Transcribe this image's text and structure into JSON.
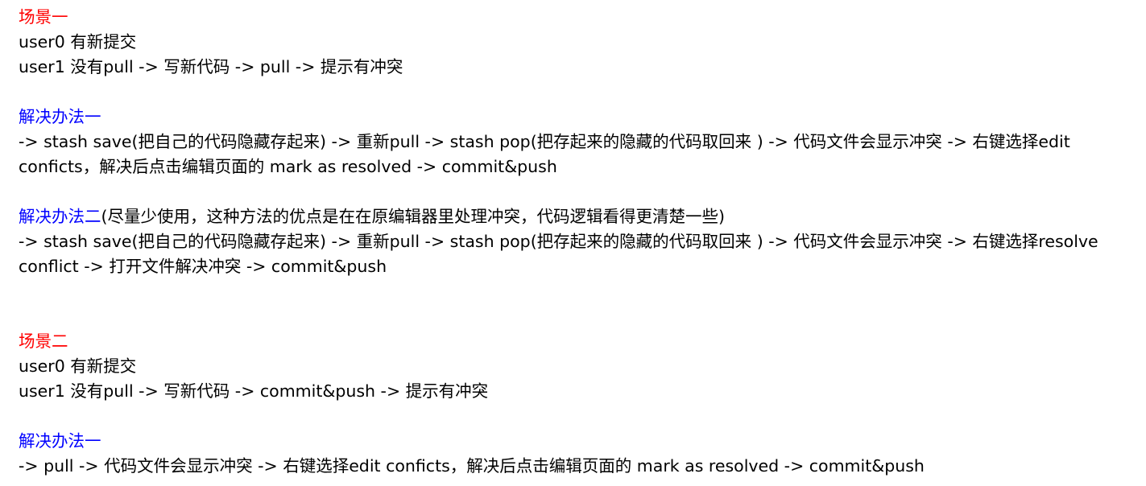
{
  "colors": {
    "heading_red": "#ff0000",
    "heading_blue": "#0000ff",
    "text": "#000000"
  },
  "scene1": {
    "title": "场景一",
    "line1": "user0 有新提交",
    "line2": "user1 没有pull -> 写新代码 -> pull -> 提示有冲突",
    "method1": {
      "title": "解决办法一",
      "line1": "-> stash save(把自己的代码隐藏存起来) -> 重新pull -> stash pop(把存起来的隐藏的代码取回来 ) -> 代码文件会显示冲突 -> 右键选择edit",
      "line2": "conficts，解决后点击编辑页面的 mark as resolved ->  commit&push"
    },
    "method2": {
      "title": "解决办法二",
      "note": "(尽量少使用，这种方法的优点是在在原编辑器里处理冲突，代码逻辑看得更清楚一些)",
      "line1": "-> stash save(把自己的代码隐藏存起来) -> 重新pull -> stash pop(把存起来的隐藏的代码取回来 ) -> 代码文件会显示冲突 -> 右键选择resolve",
      "line2": "conflict -> 打开文件解决冲突 -> commit&push"
    }
  },
  "scene2": {
    "title": "场景二",
    "line1": "user0 有新提交",
    "line2": "user1 没有pull -> 写新代码 -> commit&push -> 提示有冲突",
    "method1": {
      "title": "解决办法一",
      "line1": "-> pull -> 代码文件会显示冲突 -> 右键选择edit conficts，解决后点击编辑页面的 mark as resolved ->  commit&push"
    }
  }
}
